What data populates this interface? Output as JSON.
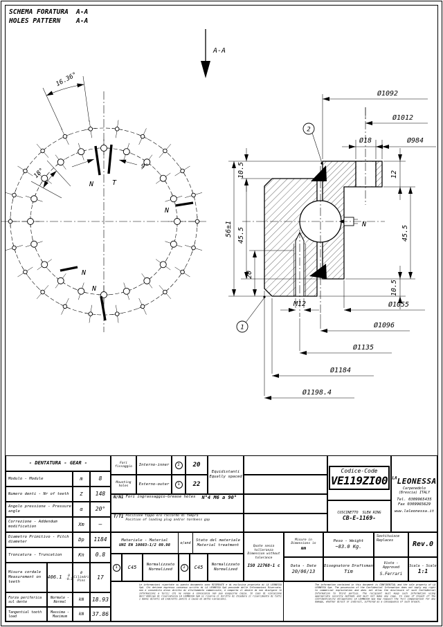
{
  "header": {
    "title_it": "SCHEMA FORATURA",
    "title_en": "HOLES PATTERN",
    "section_ref": "A-A"
  },
  "section_marker": {
    "label": "A-A"
  },
  "pattern": {
    "outer_hole_count": 22,
    "inner_hole_count": 20,
    "angle_outer_pitch": "16.36°",
    "angle_inner_pitch": "18°",
    "angle_offset": "9°",
    "labels": {
      "n_top": "N",
      "t_top": "T",
      "n_right": "N",
      "n_bottom_left": "N",
      "n_bottom": "N"
    }
  },
  "section_view": {
    "callouts": {
      "c1": "1",
      "c2": "2"
    },
    "grease_label": "N",
    "dims_top": {
      "d1092": "Ø1092",
      "d1012": "Ø1012",
      "d18": "Ø18",
      "d984": "Ø984"
    },
    "dims_left": {
      "overall": "56±1",
      "top_offset": "10.5",
      "height": "45.5",
      "thread_depth": "20"
    },
    "dims_right": {
      "flange": "12",
      "height": "45.5",
      "bottom_offset": "10.5"
    },
    "dims_bottom": {
      "thread": "M12",
      "d1055": "Ø1055",
      "d1096": "Ø1096",
      "d1135": "Ø1135",
      "d1184": "Ø1184",
      "d1198": "Ø1198.4"
    }
  },
  "gear_table": {
    "title": "- DENTATURA - GEAR -",
    "rows": [
      {
        "label": "Modulo - Module",
        "sym": "m",
        "val": "8"
      },
      {
        "label": "Numero denti - Nr of teeth",
        "sym": "Z",
        "val": "148"
      },
      {
        "label": "Angolo pressione - Pressure angle",
        "sym": "α",
        "val": "20°"
      },
      {
        "label": "Correzione - Addendum modification",
        "sym": "Xm",
        "val": "–"
      },
      {
        "label": "Diametro Primitivo - Pitch diameter",
        "sym": "Dp",
        "val": "1184"
      },
      {
        "label": "Troncatura - Truncation",
        "sym": "Kn",
        "val": "0.8"
      }
    ],
    "chordal": {
      "label_it": "Misura cordale",
      "label_en": "Measurement on teeth",
      "value": "406.1",
      "tol_up": "0",
      "tol_dn": "-0.3",
      "pin_label_1": "Ø Cilindri",
      "pin_label_2": "Pins",
      "pin_val": "17"
    },
    "load": {
      "label_it": "Forza periferica sul dente",
      "label_en": "Tangential tooth load",
      "normal_label": "Normale - Normal",
      "normal_unit": "kN",
      "normal_val": "18.93",
      "max_label": "Massima - Maximum",
      "max_unit": "kN",
      "max_val": "37.86"
    }
  },
  "holes_table": {
    "label_it": "Fori fissaggio",
    "label_en": "Mounting holes",
    "inner_label": "Interno-inner",
    "inner_ref": "2",
    "inner_count": "20",
    "outer_label": "Esterno-outer",
    "outer_ref": "1",
    "outer_count": "22",
    "spacing_it": "Equidistanti",
    "spacing_en": "Equally spaced"
  },
  "grease_row": {
    "ref": "N/N1",
    "label": "Fori ingrassaggio-Grease holes",
    "value": "N°4 M6 a 90°"
  },
  "plug_row": {
    "ref": "T/T1",
    "line_it": "Posizione tappo e/o raccordo di tempra",
    "line_en": "Position of loading plug and/or hardness gap"
  },
  "material_row": {
    "label_it": "Materiale - Material",
    "spec": "UNI EN 10083-1/2 09.98",
    "and": "e/and",
    "state_it": "Stato del materiale",
    "state_en": "Material treatment",
    "mat1_ref": "1",
    "mat1": "C45",
    "mat1_state_it": "Normalizzato",
    "mat1_state_en": "Normalized",
    "mat2_ref": "2",
    "mat2": "C45",
    "mat2_state_it": "Normalizzato",
    "mat2_state_en": "Normalized"
  },
  "tolerance_box": {
    "line_it": "Quote senza tolleranza",
    "line_en": "Dimension without tolerance",
    "std": "ISO 22768-1 c"
  },
  "units_box": {
    "label": "Misure in  Dimensions in",
    "unit": "mm"
  },
  "date_box": {
    "label": "Data - Date",
    "value": "20/06/13"
  },
  "weight_box": {
    "label": "Peso - Weight",
    "value": "~83.0 Kg."
  },
  "draftsman_box": {
    "label": "Disegnatore Draftsman",
    "value": "Tim"
  },
  "replaces_box": {
    "line1": "Sostituisce",
    "line2": "Replaces"
  },
  "rev_box": {
    "value": "Rev.0"
  },
  "approved_box": {
    "label": "Visto - Approved",
    "value": "S.Ferrari"
  },
  "scale_box": {
    "label": "Scala - Scale",
    "value": "1:1"
  },
  "code_box": {
    "label": "Codice-Code",
    "code": "VE119ZI00",
    "type_it": "CUSCINETTO",
    "type_en": "SLEW RING",
    "drawing_no": "CB-E-1169-"
  },
  "company": {
    "name_prefix": "LA",
    "name": "LEONESSA",
    "city": "Carpenedolo",
    "province": "(Brescia) ITALY",
    "tel": "Tel.  0309965435",
    "fax": "Fax  0309965629",
    "web": "www.laleonessa.it"
  },
  "disclaimer": {
    "it": "Le informazioni riportate su questo documento sono RISERVATE e di esclusiva proprieta di LA LEONESSA SpA. Chi detiene espresso consenso scritto di LA LEONESSA SpA possiede delle Informazioni Riservate; non e consentito alcun diritto di sfruttamento commerciale, e comporta il dovere di non divulgare le informazioni a terzi; chi ne venga a conoscenza non puo eseguirne copia. In caso di violazione dell'obbligo di riservatezza LA LEONESSA SpA si riserva il diritto di chiedere il risarcimento di tutti i danni diretti ed indiretti patiti a causa di dette violazioni.",
    "en": "The information contained in this document is CONFIDENTIAL and the sole property of LA LEONESSA Spa. The possession of the Confidential Information does not imply any right to commercial exploitation and does not allow the disclosure of such Confidential Information to third parties. The recipient must keep such information using appropriate security methods and must not make any copy. In case of breach of the confidentiality obligations LA LEONESSA Spa may request the full compensation for any damage, whether direct or indirect, suffered as a consequence of such breach."
  }
}
